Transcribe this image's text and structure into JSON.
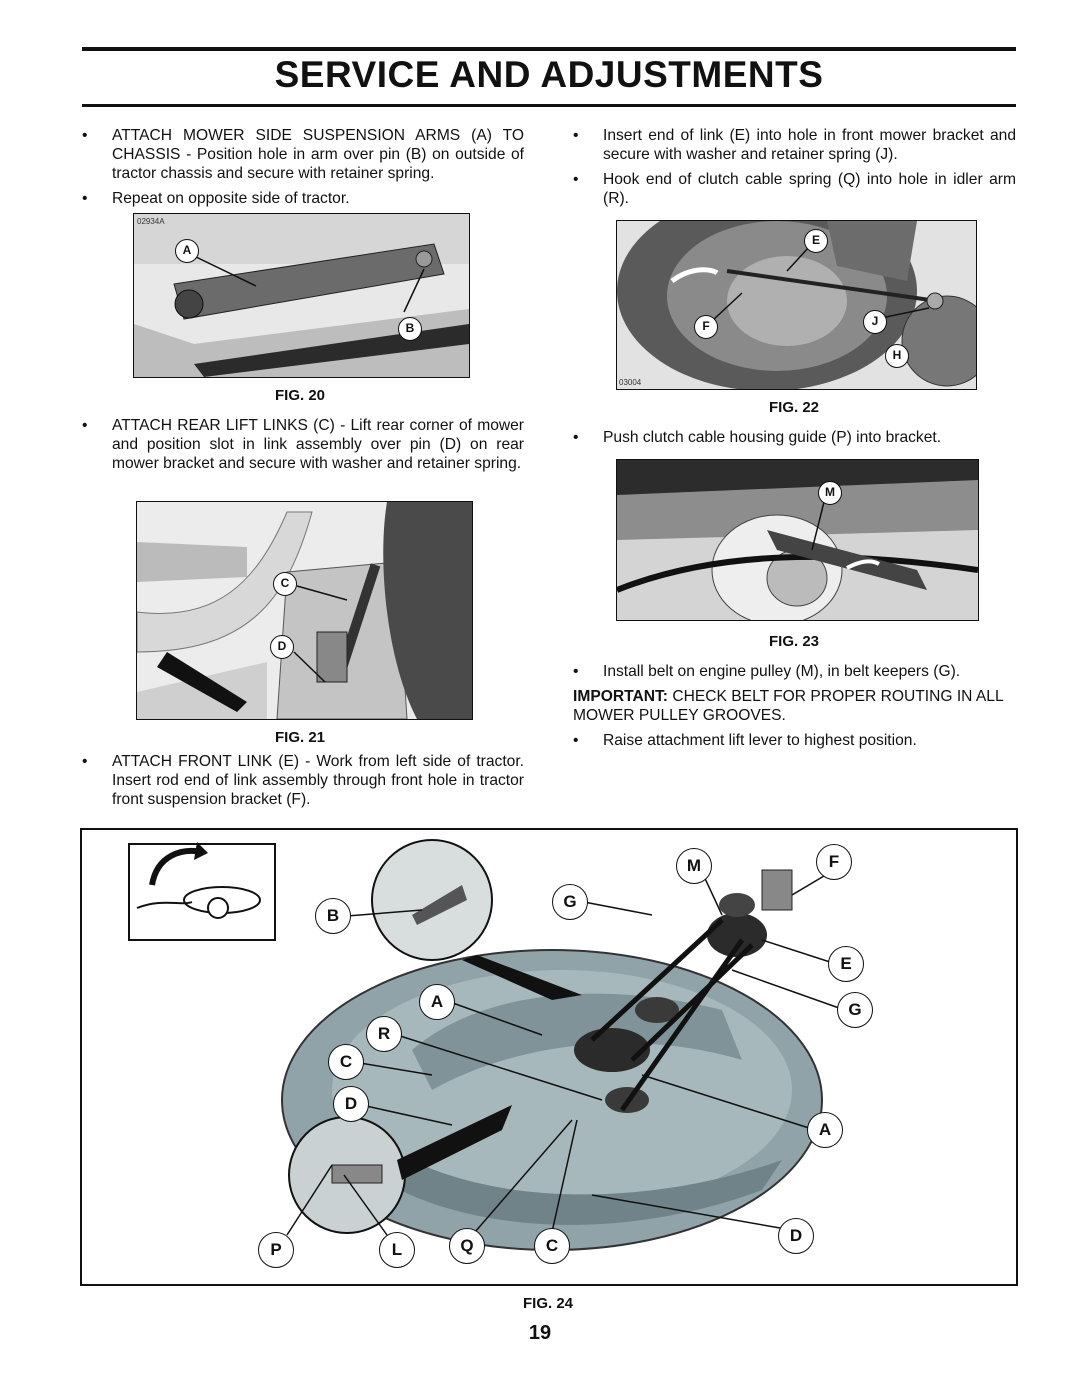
{
  "header": {
    "title": "SERVICE AND ADJUSTMENTS"
  },
  "left": {
    "b1": "ATTACH MOWER SIDE SUSPENSION ARMS (A) TO CHASSIS - Position hole in arm over pin (B) on outside of tractor chassis and secure with retainer spring.",
    "b2": "Repeat on opposite side of tractor.",
    "fig20": {
      "code": "02934A",
      "callouts": [
        "A",
        "B"
      ],
      "caption": "FIG. 20"
    },
    "b3": "ATTACH REAR LIFT LINKS (C) - Lift rear corner of mower and position slot in link assembly over pin (D) on rear mower bracket and secure with washer and retainer spring.",
    "fig21": {
      "callouts": [
        "C",
        "D"
      ],
      "caption": "FIG. 21"
    },
    "b4": "ATTACH FRONT LINK (E) - Work from left side of tractor. Insert rod end of link assembly through front hole in tractor front suspension bracket (F)."
  },
  "right": {
    "b1": "Insert end of link (E) into hole in front mower bracket and secure with washer and retainer spring (J).",
    "b2": "Hook end of clutch cable spring (Q) into hole in idler arm (R).",
    "fig22": {
      "code": "03004",
      "callouts": [
        "E",
        "F",
        "J",
        "H"
      ],
      "caption": "FIG. 22"
    },
    "b3": "Push clutch cable housing guide (P) into bracket.",
    "fig23": {
      "callouts": [
        "M"
      ],
      "caption": "FIG. 23"
    },
    "b4": "Install belt on engine pulley (M), in belt keepers (G).",
    "important_label": "IMPORTANT:",
    "important_text": "CHECK BELT FOR PROPER ROUTING IN ALL MOWER PULLEY GROOVES.",
    "b5": "Raise attachment lift lever to highest position."
  },
  "fig24": {
    "caption": "FIG. 24",
    "callouts": [
      "M",
      "F",
      "G",
      "B",
      "E",
      "G",
      "A",
      "R",
      "C",
      "D",
      "A",
      "P",
      "L",
      "Q",
      "C",
      "D"
    ]
  },
  "bullet_char": "•",
  "page_number": "19"
}
